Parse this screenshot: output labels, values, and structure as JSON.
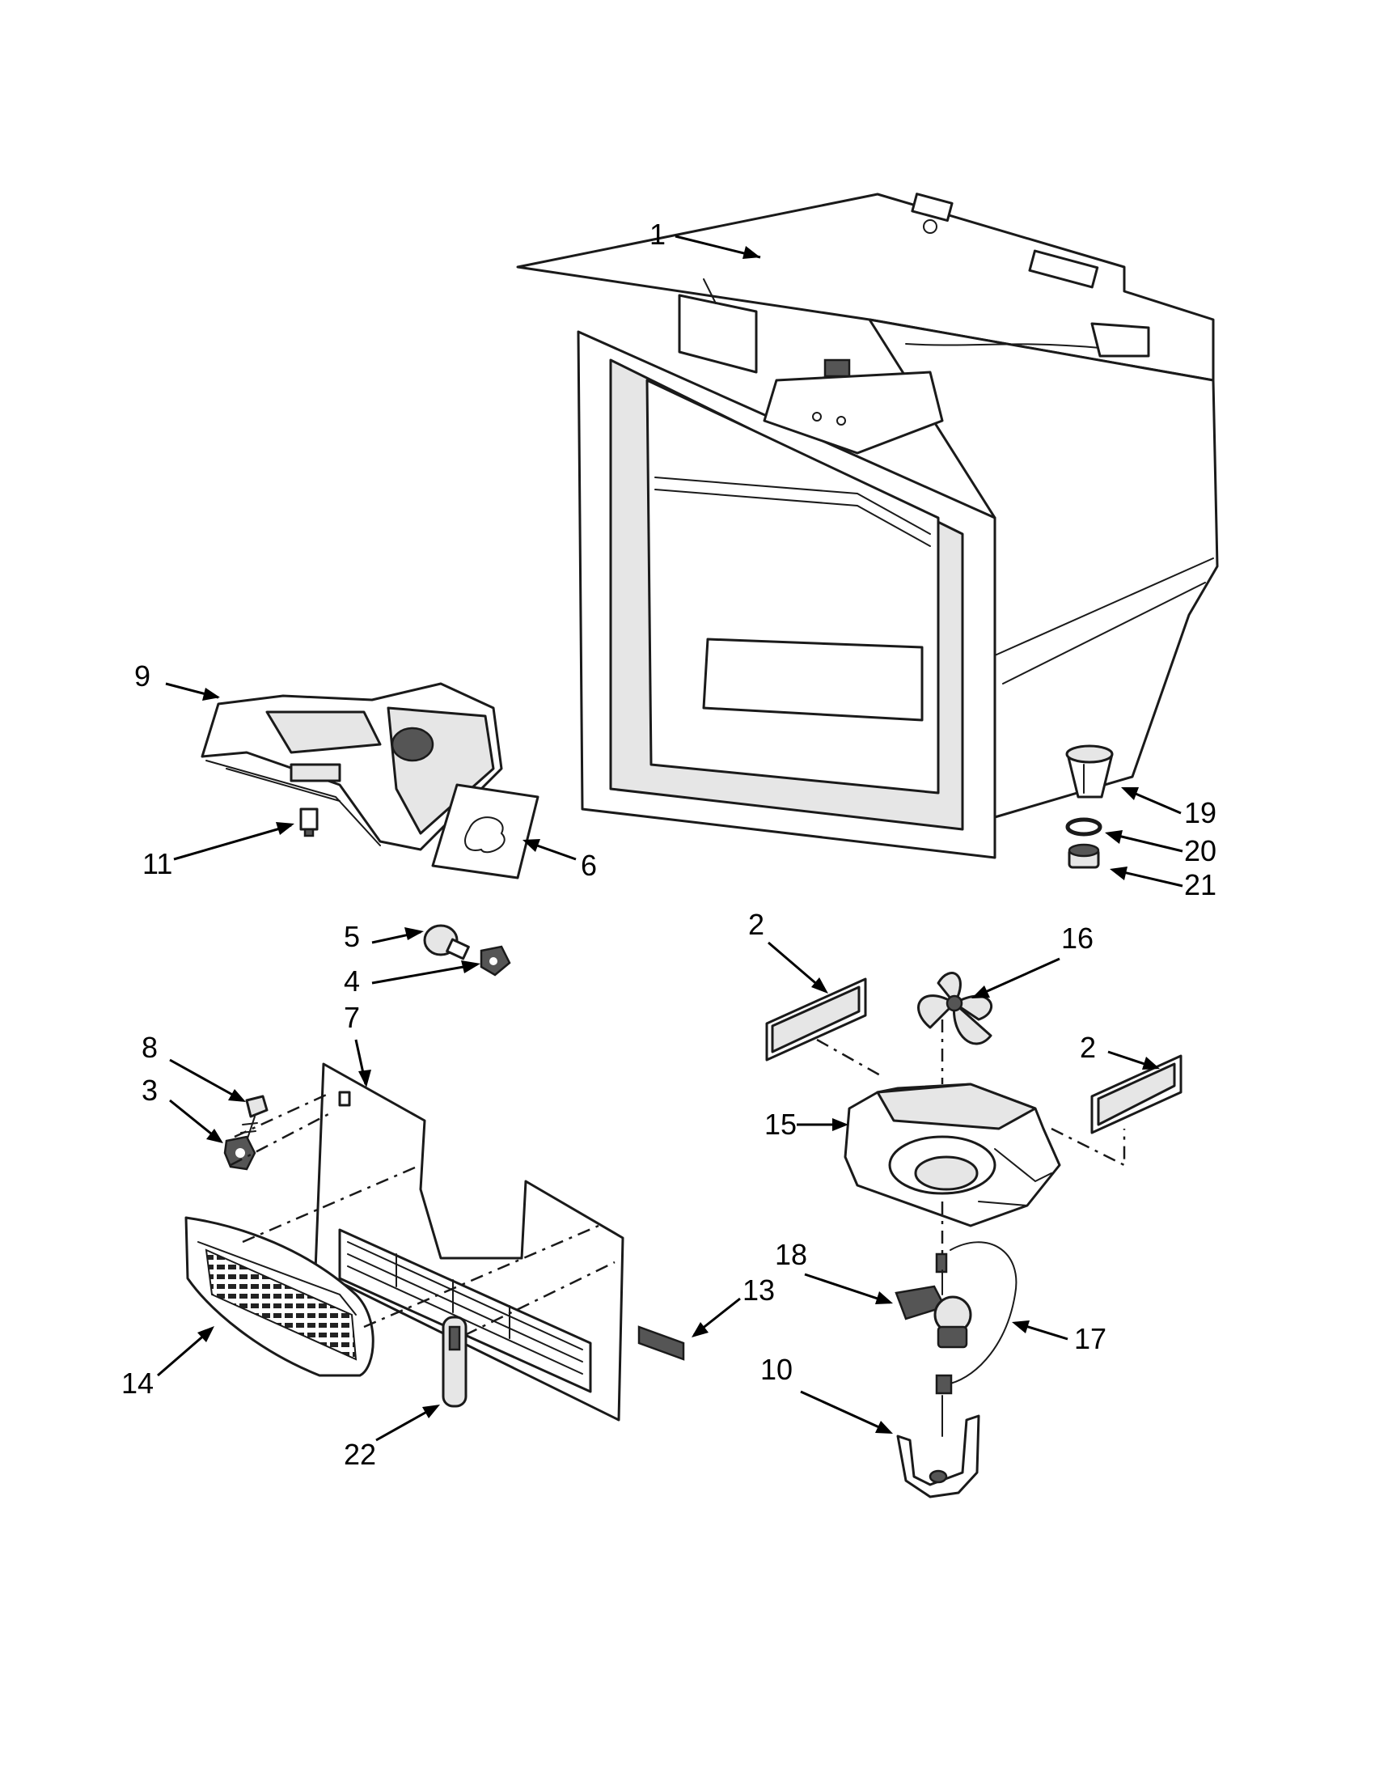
{
  "callouts": {
    "c1": "1",
    "c2a": "2",
    "c2b": "2",
    "c3": "3",
    "c4": "4",
    "c5": "5",
    "c6": "6",
    "c7": "7",
    "c8": "8",
    "c9": "9",
    "c10": "10",
    "c11": "11",
    "c13": "13",
    "c14": "14",
    "c15": "15",
    "c16": "16",
    "c17": "17",
    "c18": "18",
    "c19": "19",
    "c20": "20",
    "c21": "21",
    "c22": "22"
  }
}
